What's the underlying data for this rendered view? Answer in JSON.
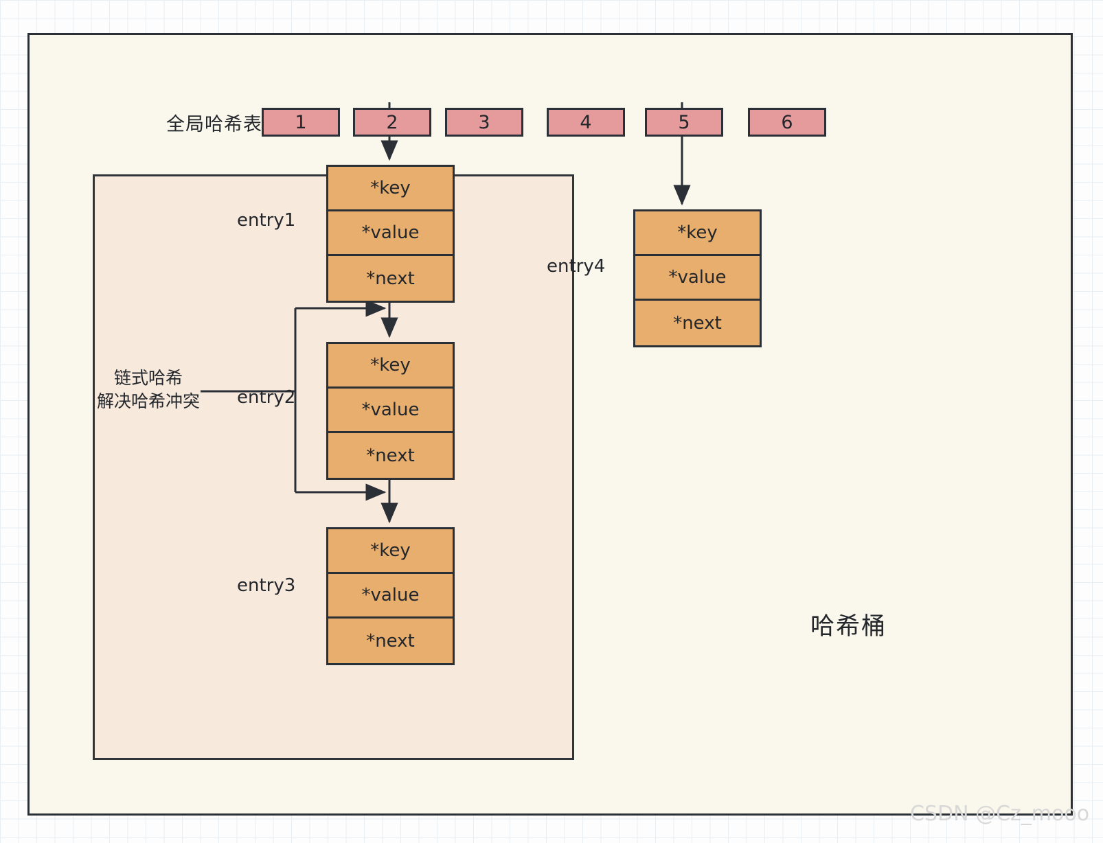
{
  "diagram": {
    "title_label": "全局哈希表",
    "bucket_caption": "哈希桶",
    "note": "链式哈希\n解决哈希冲突",
    "watermark": "CSDN @Cz_mooo",
    "colors": {
      "slot_fill": "#e59b9b",
      "entry_fill": "#e8ae6e",
      "outer_fill": "#faf8ec",
      "bucket_fill": "#f7e9dc",
      "stroke": "#2b2f36",
      "grid": "#e9eef2",
      "watermark": "#d8d8d8"
    },
    "hash_slots": [
      {
        "label": "1",
        "has_link": false
      },
      {
        "label": "2",
        "has_link": true
      },
      {
        "label": "3",
        "has_link": false
      },
      {
        "label": "4",
        "has_link": false
      },
      {
        "label": "5",
        "has_link": true
      },
      {
        "label": "6",
        "has_link": false
      }
    ],
    "entries": [
      {
        "name": "entry1",
        "fields": [
          {
            "label": "*key"
          },
          {
            "label": "*value"
          },
          {
            "label": "*next"
          }
        ]
      },
      {
        "name": "entry2",
        "fields": [
          {
            "label": "*key"
          },
          {
            "label": "*value"
          },
          {
            "label": "*next"
          }
        ]
      },
      {
        "name": "entry3",
        "fields": [
          {
            "label": "*key"
          },
          {
            "label": "*value"
          },
          {
            "label": "*next"
          }
        ]
      },
      {
        "name": "entry4",
        "fields": [
          {
            "label": "*key"
          },
          {
            "label": "*value"
          },
          {
            "label": "*next"
          }
        ]
      }
    ]
  }
}
